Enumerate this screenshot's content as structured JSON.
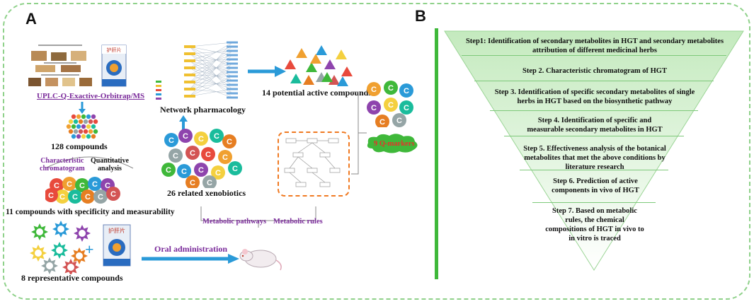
{
  "panel_a": {
    "letter": "A",
    "uplc_label": "UPLC-Q-Exactive-Orbitrap/MS",
    "compounds_128": "128  compounds",
    "char_chrom": "Characteristic\nchromatogram",
    "quant_analysis": "Quantitative\nanalysis",
    "compounds_11": "11  compounds with specificity and measurability",
    "representative_8": "8 representative compounds",
    "network_pharm": "Network pharmacology",
    "potential_14": "14 potential active compounds",
    "xenobiotics_26": "26 related xenobiotics",
    "metabolic_pathways": "Metabolic pathways",
    "metabolic_rules": "Metabolic rules",
    "oral_admin": "Oral administration",
    "q_markers": "9 Q-markers",
    "compound_letter": "C",
    "plus": "+"
  },
  "panel_b": {
    "letter": "B",
    "steps": [
      "Step1: Identification of  secondary metabolites in HGT and  secondary metabolites attribution of different medicinal herbs",
      "Step 2. Characteristic chromatogram of HGT",
      "Step 3. Identification of specific secondary metabolites of single herbs in HGT based on the biosynthetic pathway",
      "Step 4. Identification of specific and measurable secondary metabolites in HGT",
      "Step 5. Effectiveness analysis of the botanical metabolites that met the above conditions by literature research",
      "Step 6. Prediction of active components in vivo of HGT",
      "Step 7. Based on metabolic rules, the chemical compositions of HGT in vivo to in vitro is traced"
    ]
  },
  "colors": {
    "frame": "#8fd18a",
    "arrow": "#2a9ad8",
    "purple_text": "#7a2a9a",
    "funnel_top": "#c9ecc4",
    "funnel_bottom": "#ffffff",
    "dashed_box": "#f07a22",
    "cloud": "#3fb83a"
  }
}
